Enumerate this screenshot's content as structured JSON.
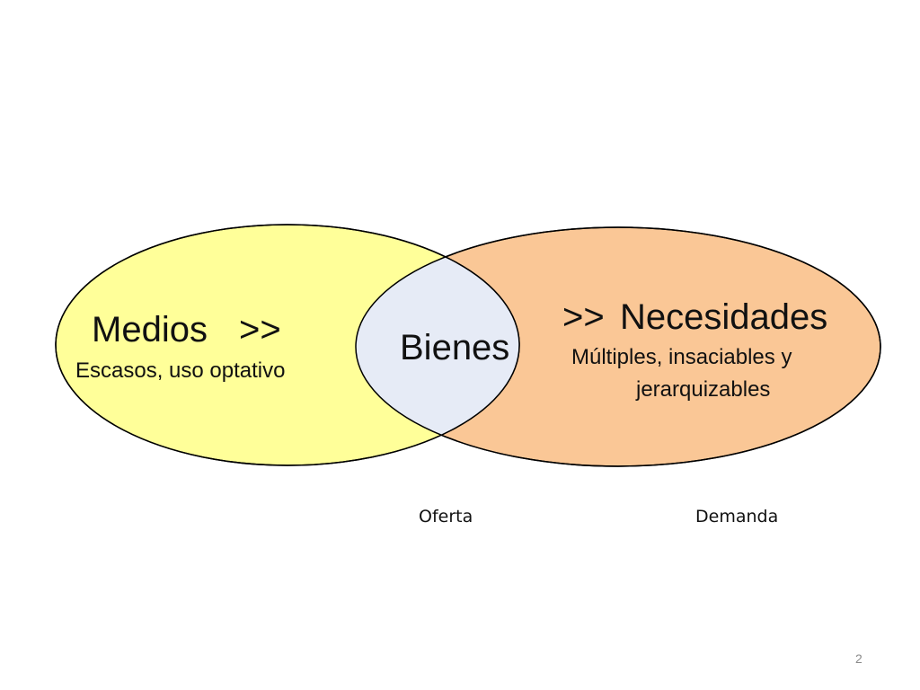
{
  "diagram": {
    "left_set": {
      "title": "Medios",
      "arrow": ">>",
      "subtitle": "Escasos, uso optativo"
    },
    "right_set": {
      "arrow": ">>",
      "title": "Necesidades",
      "subtitle_line1": "Múltiples, insaciables y",
      "subtitle_line2": "jerarquizables"
    },
    "intersection": {
      "label": "Bienes"
    },
    "captions": {
      "left": "Oferta",
      "right": "Demanda"
    },
    "colors": {
      "left_fill": "#FFFF99",
      "right_fill": "#FAC796",
      "intersection_fill": "#E6EBF6",
      "outline": "#000000"
    }
  },
  "page": {
    "number": "2"
  }
}
